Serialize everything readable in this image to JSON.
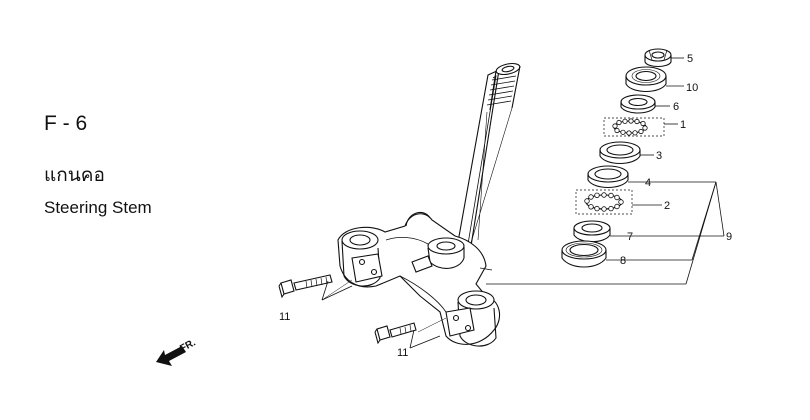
{
  "figure": {
    "code": "F - 6",
    "title_thai": "แกนคอ",
    "title_en": "Steering Stem"
  },
  "callouts": [
    {
      "ref": "5"
    },
    {
      "ref": "10"
    },
    {
      "ref": "6"
    },
    {
      "ref": "1"
    },
    {
      "ref": "3"
    },
    {
      "ref": "4"
    },
    {
      "ref": "2"
    },
    {
      "ref": "7"
    },
    {
      "ref": "9"
    },
    {
      "ref": "8"
    },
    {
      "ref": "11"
    },
    {
      "ref": "11"
    }
  ],
  "direction": {
    "label": "FR."
  }
}
